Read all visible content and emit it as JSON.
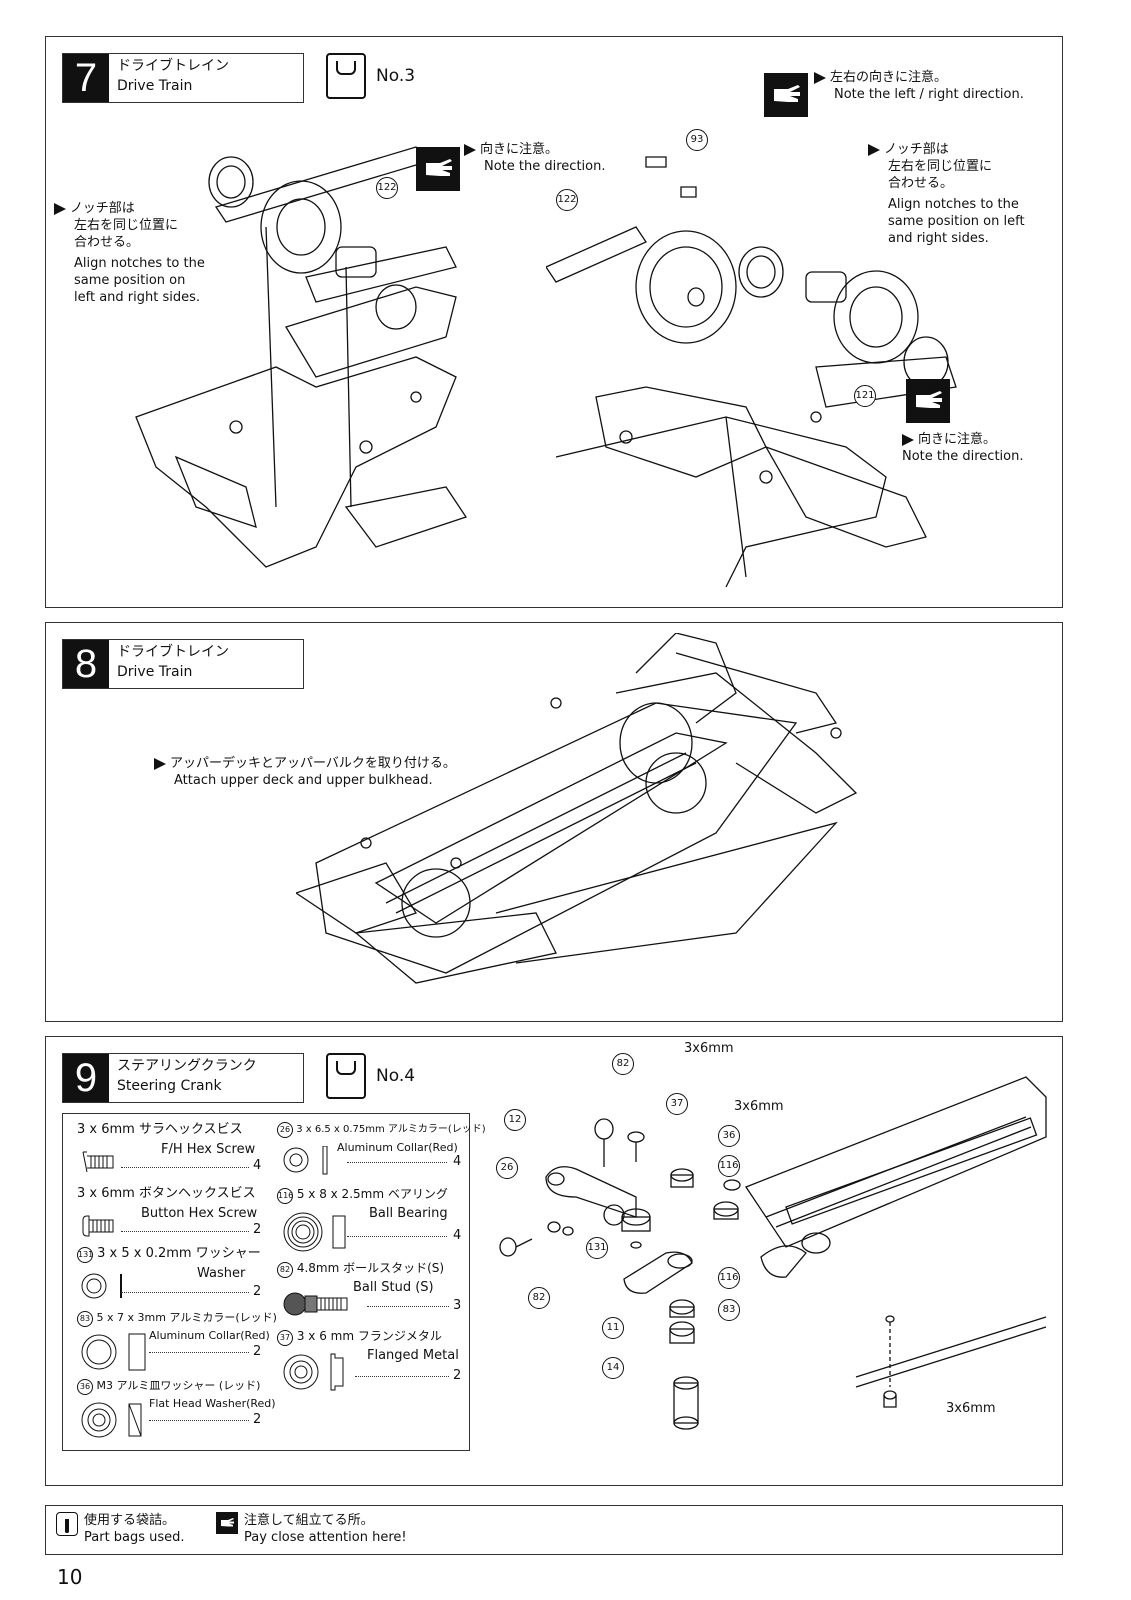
{
  "step7": {
    "number": "7",
    "title_jp": "ドライブトレイン",
    "title_en": "Drive Train",
    "bag_label": "No.3",
    "note_left_jp1": "ノッチ部は",
    "note_left_jp2": "左右を同じ位置に",
    "note_left_jp3": "合わせる。",
    "note_left_en1": "Align notches to the",
    "note_left_en2": "same position on",
    "note_left_en3": "left and right sides.",
    "note_dir_jp": "向きに注意。",
    "note_dir_en": "Note the direction.",
    "note_lr_jp": "左右の向きに注意。",
    "note_lr_en": "Note the left / right direction.",
    "note_right_jp1": "ノッチ部は",
    "note_right_jp2": "左右を同じ位置に",
    "note_right_jp3": "合わせる。",
    "note_right_en1": "Align notches to the",
    "note_right_en2": "same position on left",
    "note_right_en3": "and right sides.",
    "note_dir2_jp": "向きに注意。",
    "note_dir2_en": "Note the direction.",
    "callouts": [
      "122",
      "93",
      "122",
      "121"
    ]
  },
  "step8": {
    "number": "8",
    "title_jp": "ドライブトレイン",
    "title_en": "Drive Train",
    "note_jp": "アッパーデッキとアッパーバルクを取り付ける。",
    "note_en": "Attach upper deck and upper bulkhead."
  },
  "step9": {
    "number": "9",
    "title_jp": "ステアリングクランク",
    "title_en": "Steering Crank",
    "bag_label": "No.4",
    "parts": [
      {
        "jp": "3 x 6mm サラヘックスビス",
        "en": "F/H Hex Screw",
        "qty": "4"
      },
      {
        "jp": "3 x 6mm ボタンヘックスビス",
        "en": "Button Hex Screw",
        "qty": "2"
      },
      {
        "num": "131",
        "jp": "3 x 5 x 0.2mm ワッシャー",
        "en": "Washer",
        "qty": "2"
      },
      {
        "num": "83",
        "jp": "5 x 7 x 3mm アルミカラー(レッド)",
        "en": "Aluminum Collar(Red)",
        "qty": "2"
      },
      {
        "num": "36",
        "jp": "M3 アルミ皿ワッシャー (レッド)",
        "en": "Flat Head Washer(Red)",
        "qty": "2"
      },
      {
        "num": "26",
        "jp": "3 x 6.5 x 0.75mm アルミカラー(レッド)",
        "en": "Aluminum Collar(Red)",
        "qty": "4"
      },
      {
        "num": "116",
        "jp": "5 x 8 x 2.5mm ベアリング",
        "en": "Ball Bearing",
        "qty": "4"
      },
      {
        "num": "82",
        "jp": "4.8mm ボールスタッド(S)",
        "en": "Ball Stud (S)",
        "qty": "3"
      },
      {
        "num": "37",
        "jp": "3 x 6 mm フランジメタル",
        "en": "Flanged Metal",
        "qty": "2"
      }
    ],
    "callouts": [
      "82",
      "37",
      "36",
      "12",
      "26",
      "116",
      "131",
      "82",
      "11",
      "116",
      "83",
      "14"
    ],
    "screw_labels": [
      "3x6mm",
      "3x6mm",
      "3x6mm"
    ]
  },
  "legend": {
    "bag_jp": "使用する袋詰。",
    "bag_en": "Part bags used.",
    "caution_jp": "注意して組立てる所。",
    "caution_en": "Pay close attention here!"
  },
  "page_number": "10"
}
